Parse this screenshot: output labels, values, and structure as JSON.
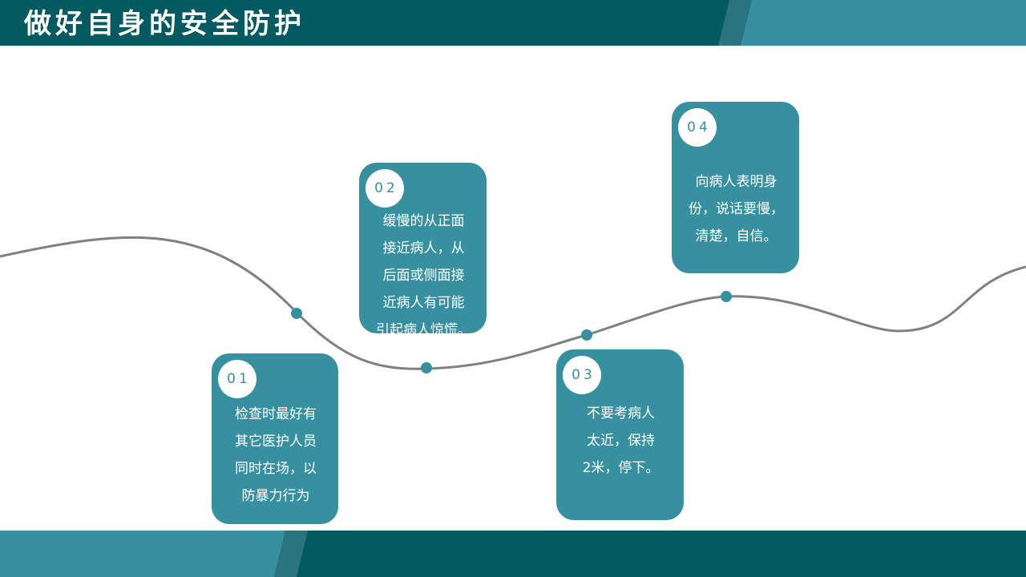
{
  "title": "做好自身的安全防护",
  "colors": {
    "primary_dark": "#035a61",
    "primary": "#3690a0",
    "accent_mid": "#2a7480",
    "wave_line": "#808080",
    "text_light": "#ffffff"
  },
  "steps": [
    {
      "number": "01",
      "text": "检查时最好有\n其它医护人员\n同时在场，以\n防暴力行为"
    },
    {
      "number": "02",
      "text": "缓慢的从正面\n接近病人，从\n后面或侧面接\n近病人有可能\n引起病人惊慌。"
    },
    {
      "number": "03",
      "text": "不要考病人\n太近，保持\n2米，停下。"
    },
    {
      "number": "04",
      "text": "向病人表明身\n份，说话要慢，\n清楚，自信。"
    }
  ]
}
